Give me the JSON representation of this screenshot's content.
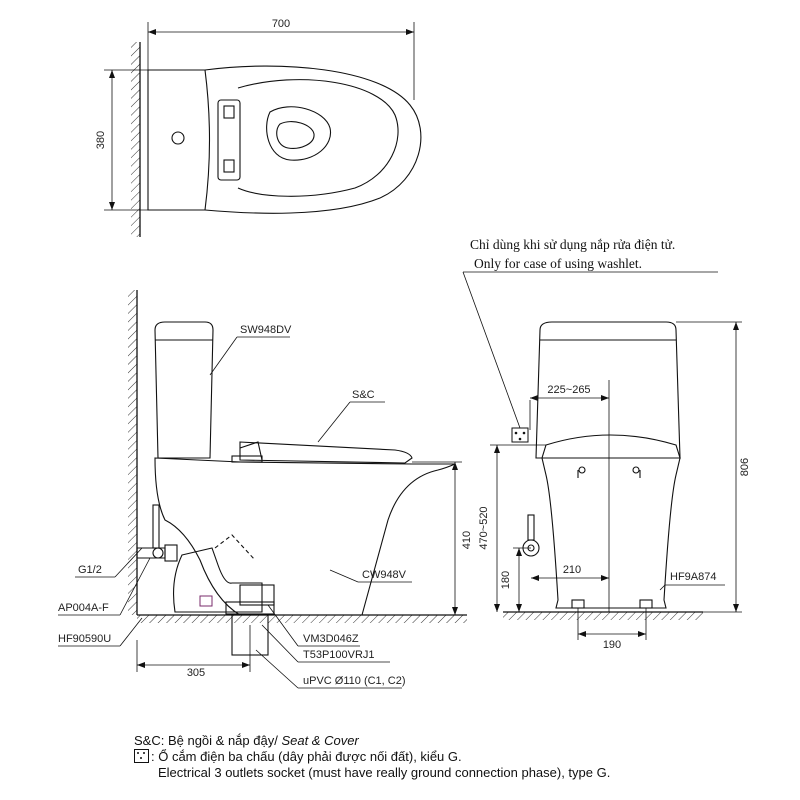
{
  "dimensions": {
    "top_width": "700",
    "top_depth": "380",
    "floor_to_rim": "410",
    "floor_to_outlet_range": "470~520",
    "wall_to_outlet_range": "225~265",
    "total_height": "806",
    "supply_height": "180",
    "supply_offset": "210",
    "foot_spacing": "190",
    "wall_to_drain": "305"
  },
  "parts": {
    "tank": "SW948DV",
    "seat_cover": "S&C",
    "bowl": "CW948V",
    "supply_thread": "G1/2",
    "stop_valve": "AP004A-F",
    "wall_flange": "HF90590U",
    "adapter": "VM3D046Z",
    "drain_fitting": "T53P100VRJ1",
    "drain_pipe": "uPVC Ø110 (C1, C2)",
    "floor_bolt": "HF9A874"
  },
  "note": {
    "vi": "Chỉ dùng khi sử dụng nắp rửa điện tử.",
    "en": "Only for case of using washlet."
  },
  "legend": {
    "sc_prefix": "S&C: Bệ ngồi & nắp đậy/",
    "sc_en": "Seat & Cover",
    "socket_vi": ": Ổ cắm điện ba chấu (dây phải được nối đất), kiểu G.",
    "socket_en": "Electrical 3 outlets socket (must have really ground connection phase), type G."
  }
}
